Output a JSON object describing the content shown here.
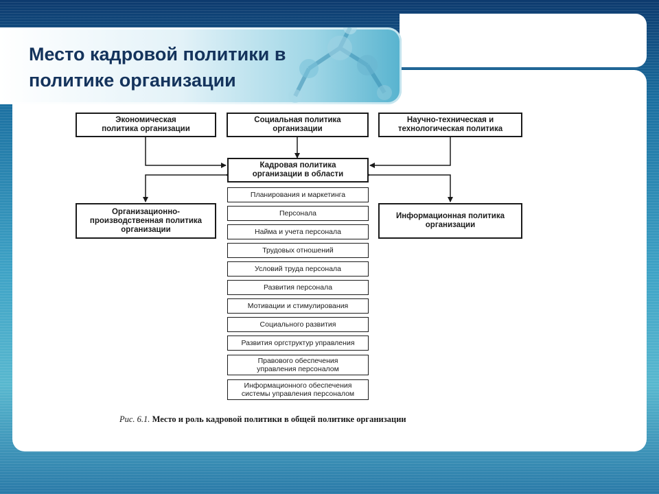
{
  "slide": {
    "title": "Место кадровой политики в политике организации"
  },
  "diagram": {
    "top_boxes": [
      {
        "id": "economic",
        "text": "Экономическая политика организации"
      },
      {
        "id": "social",
        "text": "Социальная политика организации"
      },
      {
        "id": "scitech",
        "text": "Научно-техническая и технологическая политика"
      }
    ],
    "center_box": {
      "text": "Кадровая политика организации в области"
    },
    "side_boxes": [
      {
        "id": "production",
        "text": "Организационно-производственная политика организации"
      },
      {
        "id": "information",
        "text": "Информационная политика организации"
      }
    ],
    "areas": [
      "Планирования и маркетинга",
      "Персонала",
      "Найма и учета персонала",
      "Трудовых отношений",
      "Условий труда персонала",
      "Развития персонала",
      "Мотивации и стимулирования",
      "Социального развития",
      "Развития оргструктур управления",
      "Правового обеспечения управления персоналом",
      "Информационного обеспечения системы управления персоналом"
    ],
    "caption_prefix": "Рис. 6.1.",
    "caption_text": "Место и роль кадровой политики в общей политике организации"
  }
}
